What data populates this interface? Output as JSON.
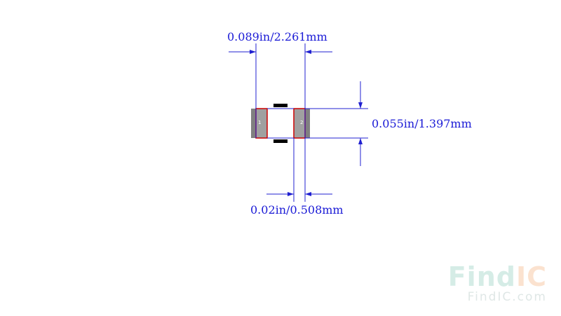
{
  "diagram": {
    "dimensions": {
      "total_length": "0.089in/2.261mm",
      "height": "0.055in/1.397mm",
      "pad_width": "0.02in/0.508mm"
    },
    "pads": [
      {
        "number": "1"
      },
      {
        "number": "2"
      }
    ],
    "colors": {
      "dimension_line": "#2020d0",
      "pad_fill": "#a0a0a0",
      "pad_outline": "#cc0000",
      "body": "#808080",
      "polarity_mark": "#000000"
    }
  },
  "watermark": {
    "brand_find": "Find",
    "brand_ic": "IC",
    "url": "FindIC.com"
  }
}
